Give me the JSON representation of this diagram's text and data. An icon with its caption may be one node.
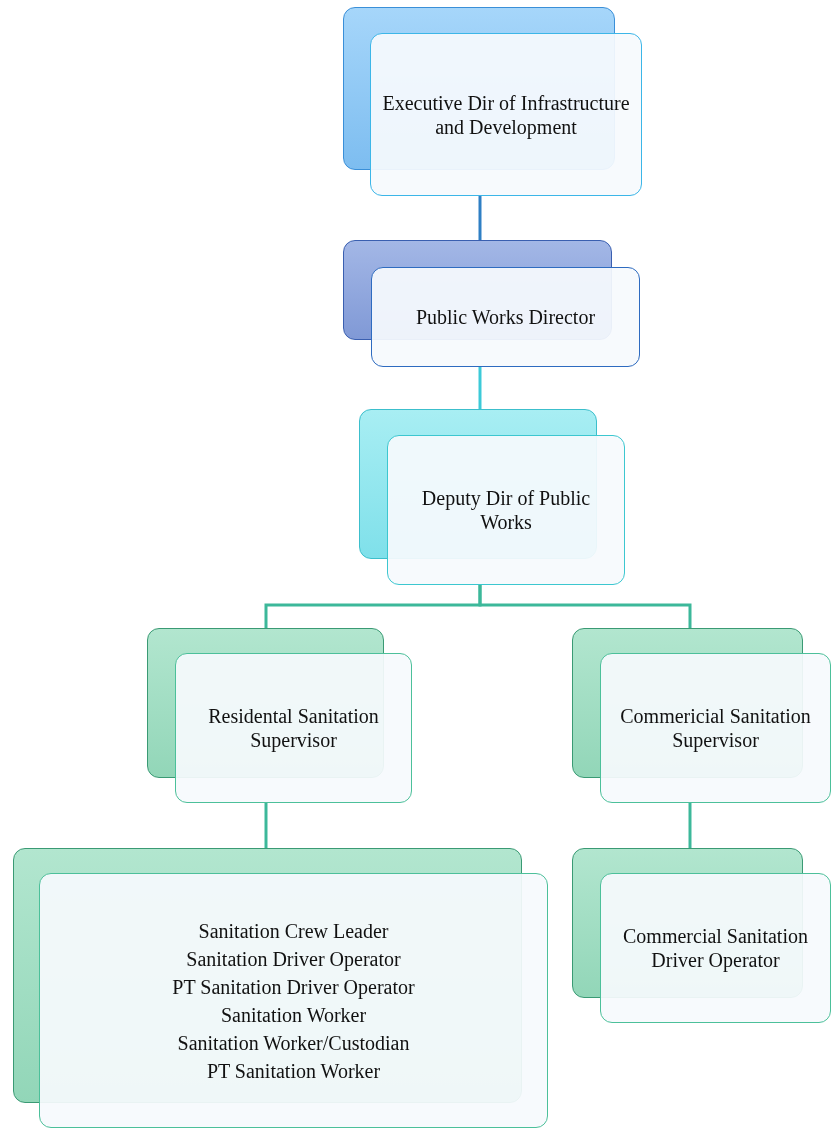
{
  "diagram": {
    "nodes": [
      {
        "text": [
          "Executive Dir of Infrastructure and Development"
        ]
      },
      {
        "text": [
          "Public Works Director"
        ]
      },
      {
        "text": [
          "Deputy Dir of Public Works"
        ]
      },
      {
        "text": [
          "Residental Sanitation Supervisor"
        ]
      },
      {
        "text": [
          "Commericial Sanitation Supervisor"
        ]
      },
      {
        "text": [
          "Sanitation Crew Leader",
          "Sanitation Driver Operator",
          "PT Sanitation Driver Operator",
          "Sanitation Worker",
          "Sanitation Worker/Custodian",
          "PT Sanitation Worker"
        ]
      },
      {
        "text": [
          "Commercial Sanitation Driver Operator"
        ]
      }
    ],
    "edges": [
      {
        "from": 0,
        "to": 1,
        "arrow": "none",
        "color": "#2f7fc4"
      },
      {
        "from": 1,
        "to": 2,
        "arrow": "none",
        "color": "#3ccad8"
      },
      {
        "from": 2,
        "to": 3,
        "arrow": "none"
      },
      {
        "from": 2,
        "to": 4,
        "arrow": "none"
      },
      {
        "from": 3,
        "to": 5,
        "arrow": "none"
      },
      {
        "from": 4,
        "to": 6,
        "arrow": "none"
      }
    ]
  }
}
